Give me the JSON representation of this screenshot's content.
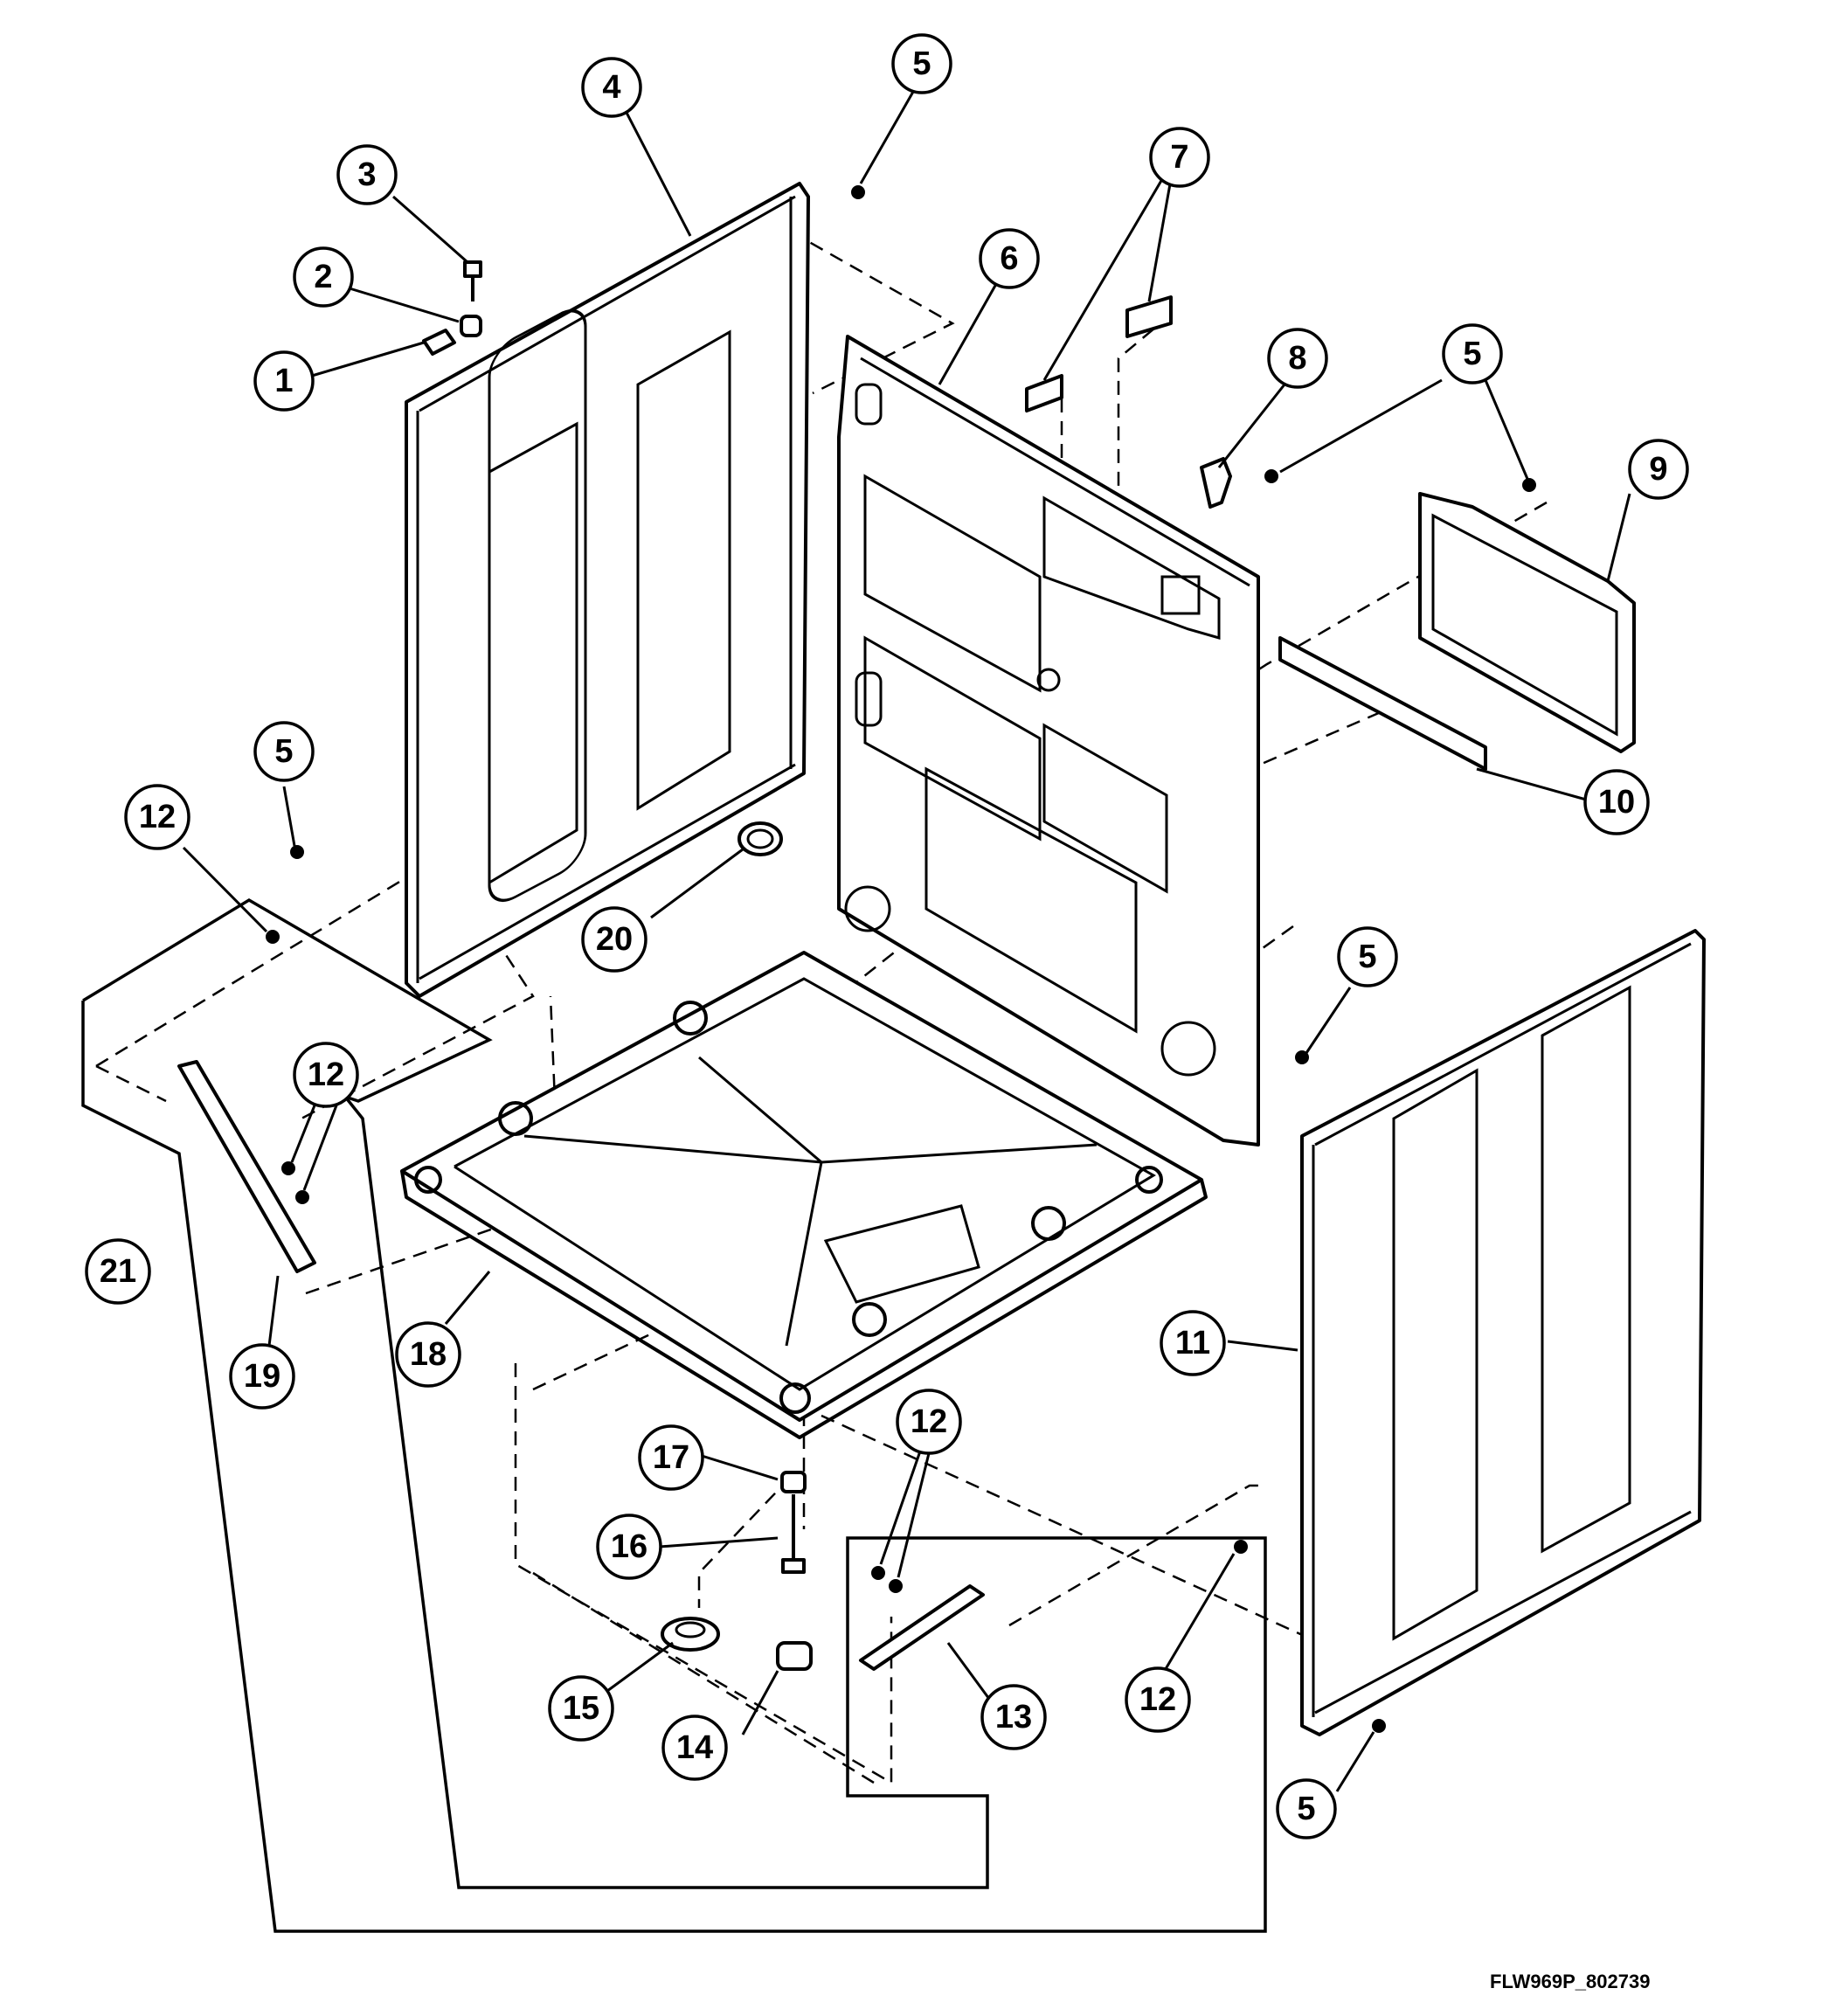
{
  "figure": {
    "code": "FLW969P_802739",
    "callouts": [
      {
        "id": "c1",
        "label": "1"
      },
      {
        "id": "c2",
        "label": "2"
      },
      {
        "id": "c3",
        "label": "3"
      },
      {
        "id": "c4",
        "label": "4"
      },
      {
        "id": "c5a",
        "label": "5"
      },
      {
        "id": "c6",
        "label": "6"
      },
      {
        "id": "c7",
        "label": "7"
      },
      {
        "id": "c8",
        "label": "8"
      },
      {
        "id": "c5b",
        "label": "5"
      },
      {
        "id": "c9",
        "label": "9"
      },
      {
        "id": "c10",
        "label": "10"
      },
      {
        "id": "c5c",
        "label": "5"
      },
      {
        "id": "c12a",
        "label": "12"
      },
      {
        "id": "c20",
        "label": "20"
      },
      {
        "id": "c5d",
        "label": "5"
      },
      {
        "id": "c12b",
        "label": "12"
      },
      {
        "id": "c21",
        "label": "21"
      },
      {
        "id": "c19",
        "label": "19"
      },
      {
        "id": "c18",
        "label": "18"
      },
      {
        "id": "c11",
        "label": "11"
      },
      {
        "id": "c17",
        "label": "17"
      },
      {
        "id": "c12c",
        "label": "12"
      },
      {
        "id": "c16",
        "label": "16"
      },
      {
        "id": "c15",
        "label": "15"
      },
      {
        "id": "c14",
        "label": "14"
      },
      {
        "id": "c13",
        "label": "13"
      },
      {
        "id": "c12d",
        "label": "12"
      },
      {
        "id": "c5e",
        "label": "5"
      }
    ]
  }
}
